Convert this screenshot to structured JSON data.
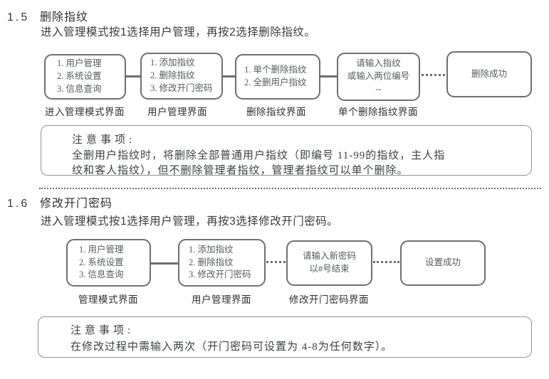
{
  "s15": {
    "num": "1.5",
    "title": "删除指纹",
    "intro": "进入管理模式按1选择用户管理，再按2选择删除指纹。",
    "boxes": [
      {
        "lines": [
          "1. 用户管理",
          "2. 系统设置",
          "3. 信息查询"
        ],
        "label": "进入管理模式界面"
      },
      {
        "lines": [
          "1. 添加指纹",
          "2. 删除指纹",
          "3. 修改开门密码"
        ],
        "label": "用户管理界面"
      },
      {
        "lines": [
          "1. 单个删除指纹",
          "2. 全删用户指纹"
        ],
        "label": "删除指纹界面"
      },
      {
        "lines": [
          "请输入指纹",
          "或输入两位编号",
          "--"
        ],
        "label": "单个删除指纹界面"
      },
      {
        "lines": [
          "删除成功"
        ],
        "label": ""
      }
    ],
    "note": {
      "heading": "注意事项:",
      "lines": [
        "全删用户指纹时，将删除全部普通用户指纹（即编号 11-99的指纹，主人指",
        "纹和客人指纹），但不删除管理者指纹，管理者指纹可以单个删除。"
      ]
    }
  },
  "s16": {
    "num": "1.6",
    "title": "修改开门密码",
    "intro": "进入管理模式按1选择用户管理，再按3选择修改开门密码。",
    "boxes": [
      {
        "lines": [
          "1. 用户管理",
          "2. 系统设置",
          "3. 信息查询"
        ],
        "label": "管理模式界面"
      },
      {
        "lines": [
          "1. 添加指纹",
          "2. 删除指纹",
          "3. 修改开门密码"
        ],
        "label": "用户管理界面"
      },
      {
        "lines": [
          "请输入新密码",
          "以#号结束"
        ],
        "label": "修改开门密码界面"
      },
      {
        "lines": [
          "设置成功"
        ],
        "label": ""
      }
    ],
    "note": {
      "heading": "注意事项:",
      "lines": [
        "在修改过程中需输入两次（开门密码可设置为 4-8为任何数字）。"
      ]
    }
  }
}
